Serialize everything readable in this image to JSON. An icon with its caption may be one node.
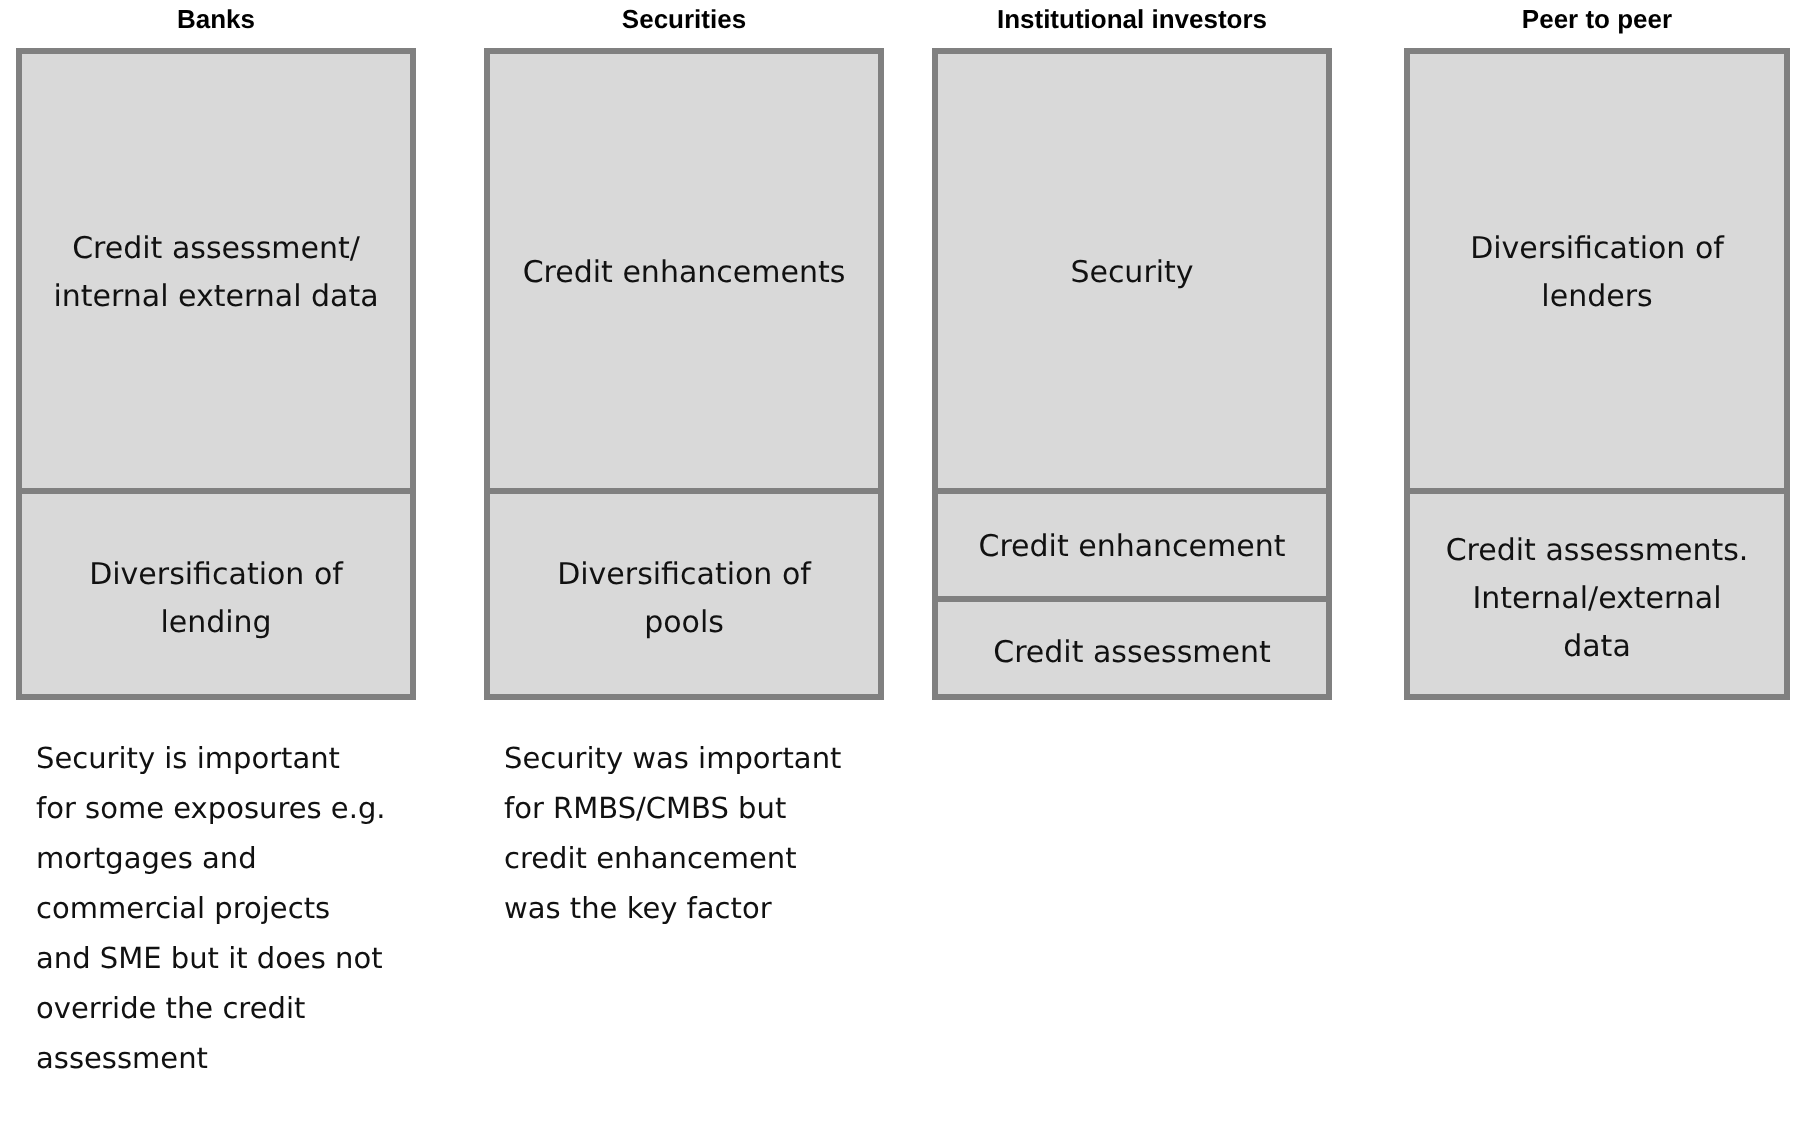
{
  "diagram": {
    "nodes": [
      {
        "text": [
          "Banks"
        ],
        "beside": [
          "Security is important for some exposures e.g. mortgages and commercial projects and SME but it does not override the credit assessment"
        ]
      },
      {
        "text": [
          "Credit assessment/ internal external data"
        ],
        "in": 0
      },
      {
        "text": [
          "Diversification of lending"
        ],
        "in": 0
      },
      {
        "text": [
          "Securities"
        ],
        "beside": [
          "Security was important for RMBS/CMBS but credit enhancement was the key factor"
        ]
      },
      {
        "text": [
          "Credit enhancements"
        ],
        "in": 3
      },
      {
        "text": [
          "Diversification of pools"
        ],
        "in": 3
      },
      {
        "text": [
          "Institutional  investors"
        ]
      },
      {
        "text": [
          "Security"
        ],
        "in": 6
      },
      {
        "text": [
          "Credit enhancement"
        ],
        "in": 6
      },
      {
        "text": [
          "Credit assessment"
        ],
        "in": 6
      },
      {
        "text": [
          "Peer to peer"
        ]
      },
      {
        "text": [
          "Diversification of lenders"
        ],
        "in": 10
      },
      {
        "text": [
          "Credit assessments. Internal/external data"
        ],
        "in": 10
      }
    ]
  }
}
